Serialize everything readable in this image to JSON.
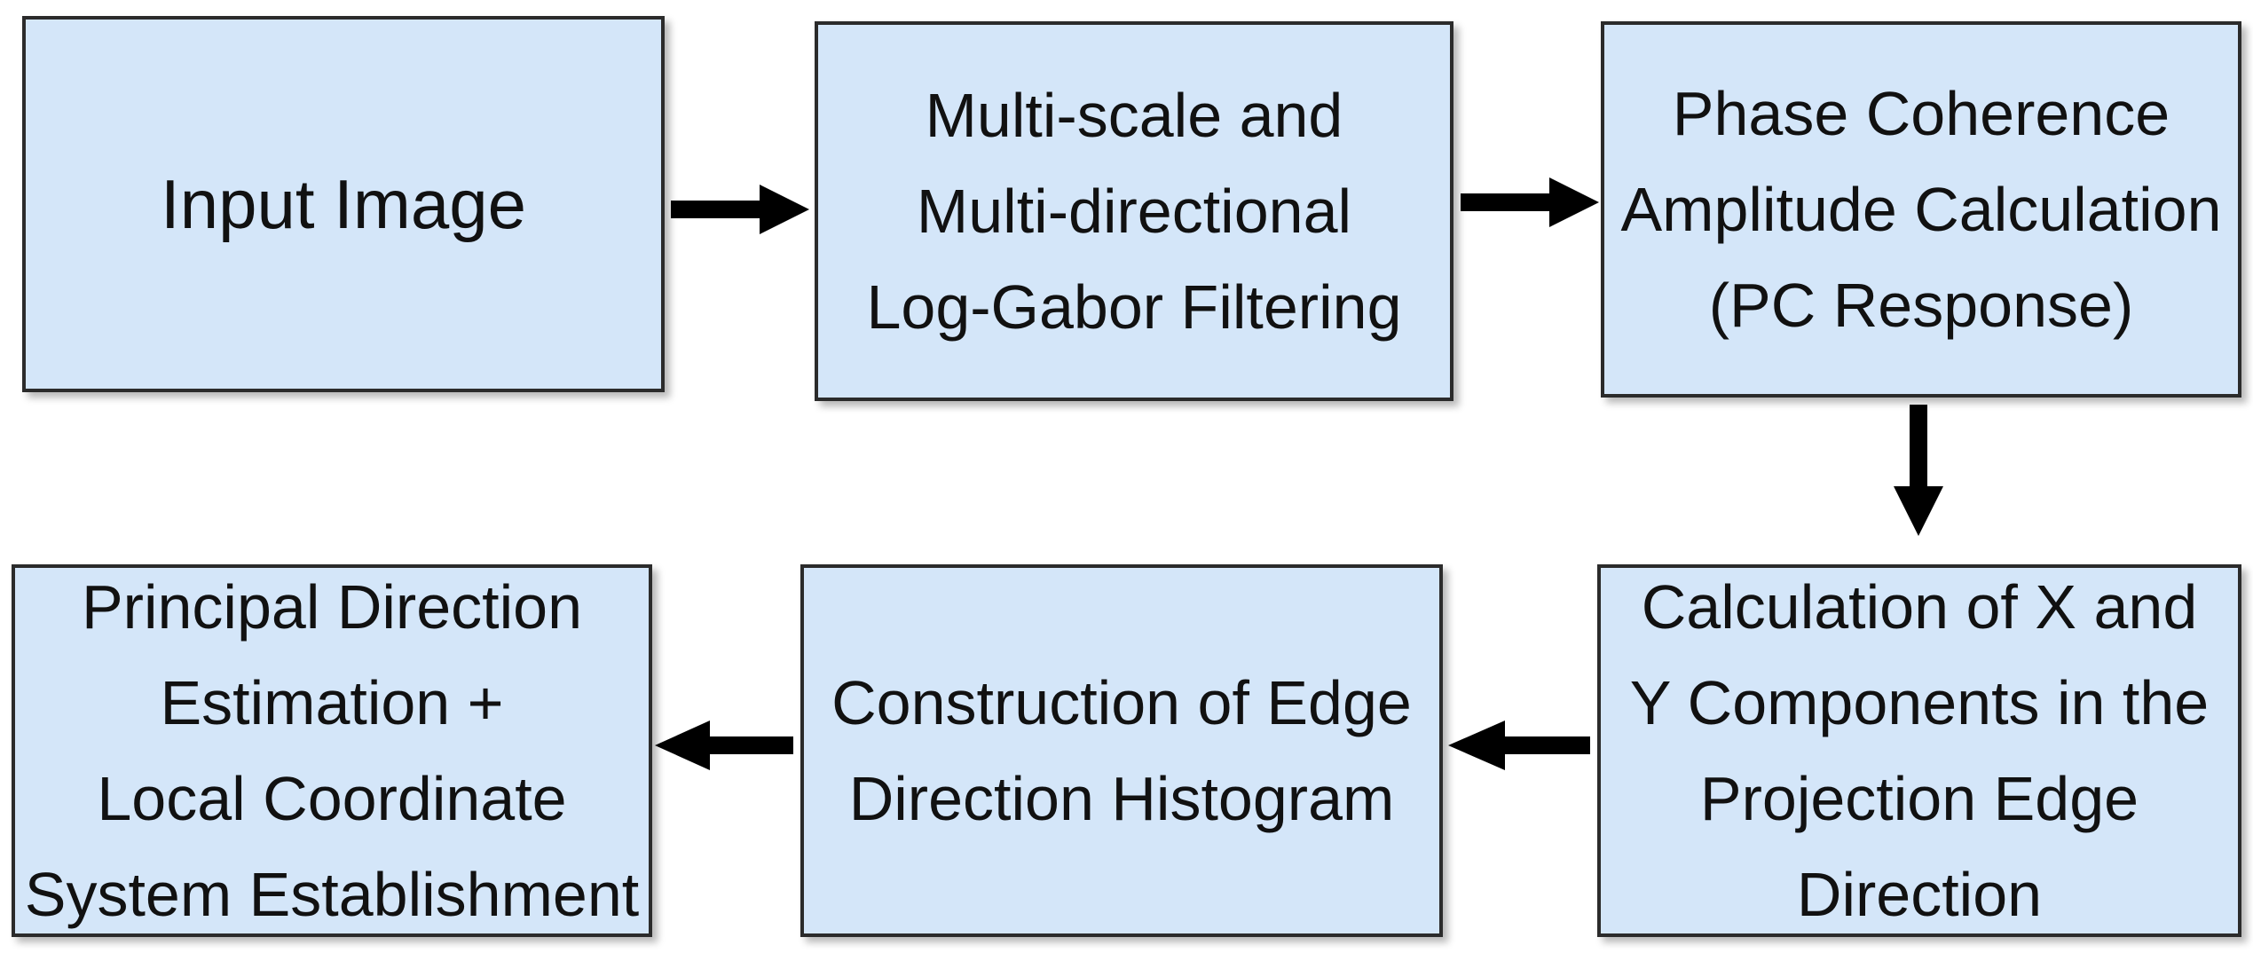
{
  "diagram": {
    "nodes": [
      {
        "id": "input-image",
        "lines": [
          "Input Image"
        ]
      },
      {
        "id": "log-gabor-filtering",
        "lines": [
          "Multi-scale and",
          "Multi-directional",
          "Log-Gabor Filtering"
        ]
      },
      {
        "id": "pc-response",
        "lines": [
          "Phase Coherence",
          "Amplitude Calculation",
          "(PC Response)"
        ]
      },
      {
        "id": "xy-components",
        "lines": [
          "Calculation of X and",
          "Y Components in the",
          "Projection Edge",
          "Direction"
        ]
      },
      {
        "id": "edge-histogram",
        "lines": [
          "Construction of Edge",
          "Direction Histogram"
        ]
      },
      {
        "id": "principal-direction",
        "lines": [
          "Principal Direction",
          "Estimation +",
          "Local Coordinate",
          "System Establishment"
        ]
      }
    ],
    "edges": [
      {
        "from": "input-image",
        "to": "log-gabor-filtering"
      },
      {
        "from": "log-gabor-filtering",
        "to": "pc-response"
      },
      {
        "from": "pc-response",
        "to": "xy-components"
      },
      {
        "from": "xy-components",
        "to": "edge-histogram"
      },
      {
        "from": "edge-histogram",
        "to": "principal-direction"
      }
    ],
    "colors": {
      "box_fill": "#d4e6f9",
      "box_border": "#2b2b2b",
      "arrow": "#000000",
      "text": "#111111"
    }
  }
}
